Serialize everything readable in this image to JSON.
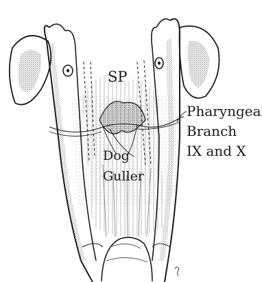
{
  "labels": {
    "sp": "SP",
    "branch_line1": "Pharyngeal",
    "branch_line2": "Branch",
    "branch_line3": "IX and X",
    "center_line1": "Dog",
    "center_line2": "Guller"
  },
  "colors": {
    "ink": "#1a1a1a",
    "stipple": "#555555",
    "background": "#ffffff"
  }
}
